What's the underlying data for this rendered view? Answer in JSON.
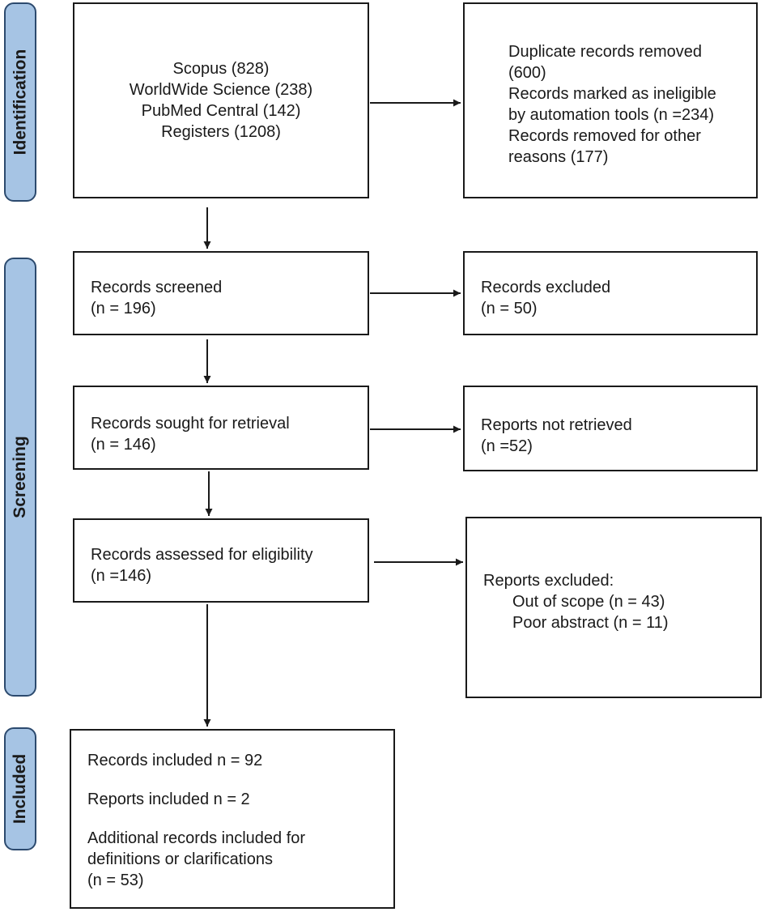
{
  "stages": {
    "identification": "Identification",
    "screening": "Screening",
    "included": "Included"
  },
  "identification": {
    "sources": [
      "Scopus (828)",
      "WorldWide Science (238)",
      "PubMed Central (142)",
      "Registers (1208)"
    ],
    "removed": [
      "Duplicate records removed",
      "(600)",
      "Records marked as ineligible",
      "by automation tools (n =234)",
      "Records removed for other",
      "reasons (177)"
    ]
  },
  "screening": {
    "screened": [
      "Records screened",
      "(n = 196)"
    ],
    "excluded": [
      "Records excluded",
      "(n = 50)"
    ],
    "sought": [
      "Records sought for retrieval",
      "(n = 146)"
    ],
    "not_retrieved": [
      "Reports not retrieved",
      "(n =52)"
    ],
    "assessed": [
      "Records assessed for eligibility",
      "(n =146)"
    ],
    "reports_excluded": {
      "title": "Reports excluded:",
      "items": [
        "Out of scope (n = 43)",
        "Poor abstract (n = 11)"
      ]
    }
  },
  "included": {
    "records": "Records included n = 92",
    "reports": "Reports included n = 2",
    "additional": [
      "Additional records included for",
      "definitions or clarifications",
      "(n = 53)"
    ]
  }
}
